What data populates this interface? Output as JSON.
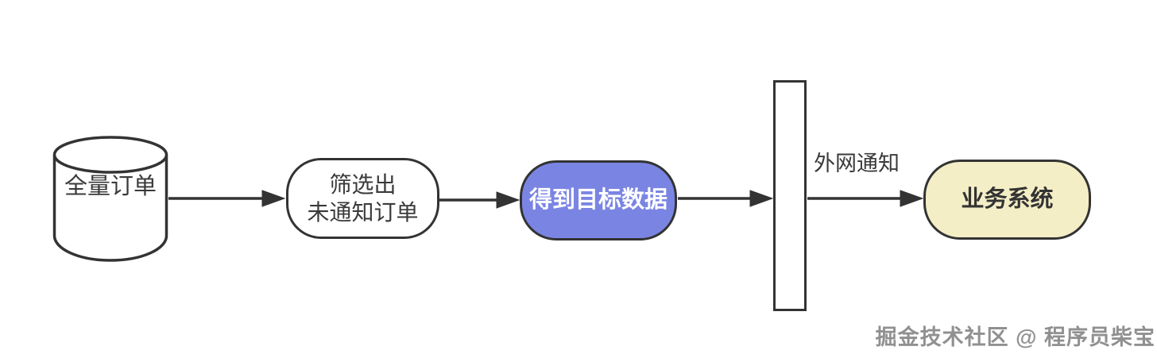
{
  "nodes": {
    "database": {
      "label": "全量订单"
    },
    "filter": {
      "label": "筛选出\n未通知订单"
    },
    "target": {
      "label": "得到目标数据"
    },
    "business": {
      "label": "业务系统"
    }
  },
  "edge_label": "外网通知",
  "watermark": "掘金技术社区 @ 程序员柴宝",
  "colors": {
    "outline": "#333333",
    "node_text": "#3a3a3a",
    "target_fill": "#7a85e3",
    "target_text": "#ffffff",
    "business_fill": "#f4eec6",
    "background": "#ffffff",
    "watermark_text": "#909090"
  }
}
